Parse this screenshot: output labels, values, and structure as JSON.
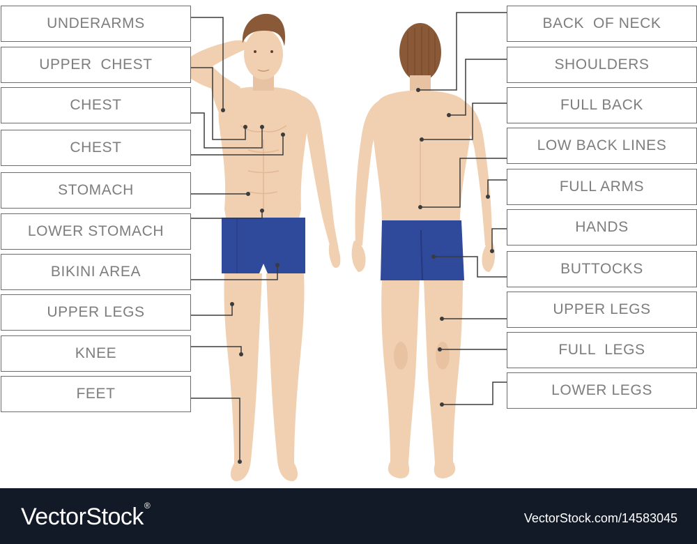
{
  "front_labels": [
    "UNDERARMS",
    "UPPER  CHEST",
    "CHEST",
    "CHEST",
    "STOMACH",
    "LOWER STOMACH",
    "BIKINI AREA",
    "UPPER LEGS",
    "KNEE",
    "FEET"
  ],
  "back_labels": [
    "BACK  OF NECK",
    "SHOULDERS",
    "FULL BACK",
    "LOW BACK LINES",
    "FULL ARMS",
    "HANDS",
    "BUTTOCKS",
    "UPPER LEGS",
    "FULL  LEGS",
    "LOWER LEGS"
  ],
  "footer": {
    "brand": "VectorStock",
    "registered_mark": "®",
    "stock_id": "VectorStock.com/14583045"
  },
  "colors": {
    "skin": "#f1d0b1",
    "skin_shadow": "#e2b896",
    "hair": "#8a5a38",
    "shorts": "#2f4a9a",
    "shorts_dark": "#243a7c",
    "leader_line": "#3b3b3b",
    "footer_bg": "#131a27"
  }
}
